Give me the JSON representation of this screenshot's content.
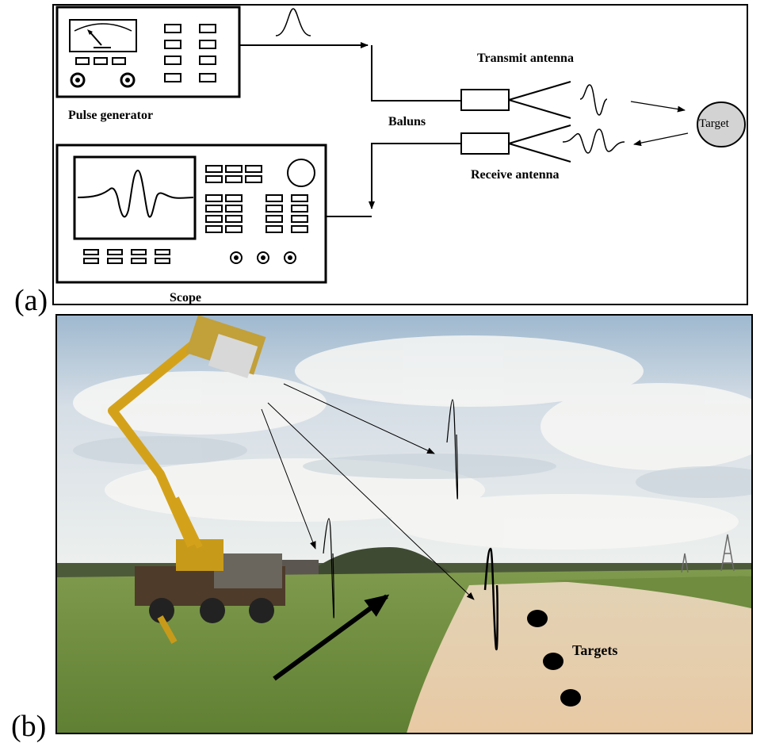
{
  "panel_a": {
    "label": "(a)",
    "pulse_generator_label": "Pulse generator",
    "scope_label": "Scope",
    "baluns_label": "Baluns",
    "transmit_antenna_label": "Transmit antenna",
    "receive_antenna_label": "Receive antenna",
    "target_label": "Target"
  },
  "panel_b": {
    "label": "(b)",
    "targets_label": "Targets"
  }
}
